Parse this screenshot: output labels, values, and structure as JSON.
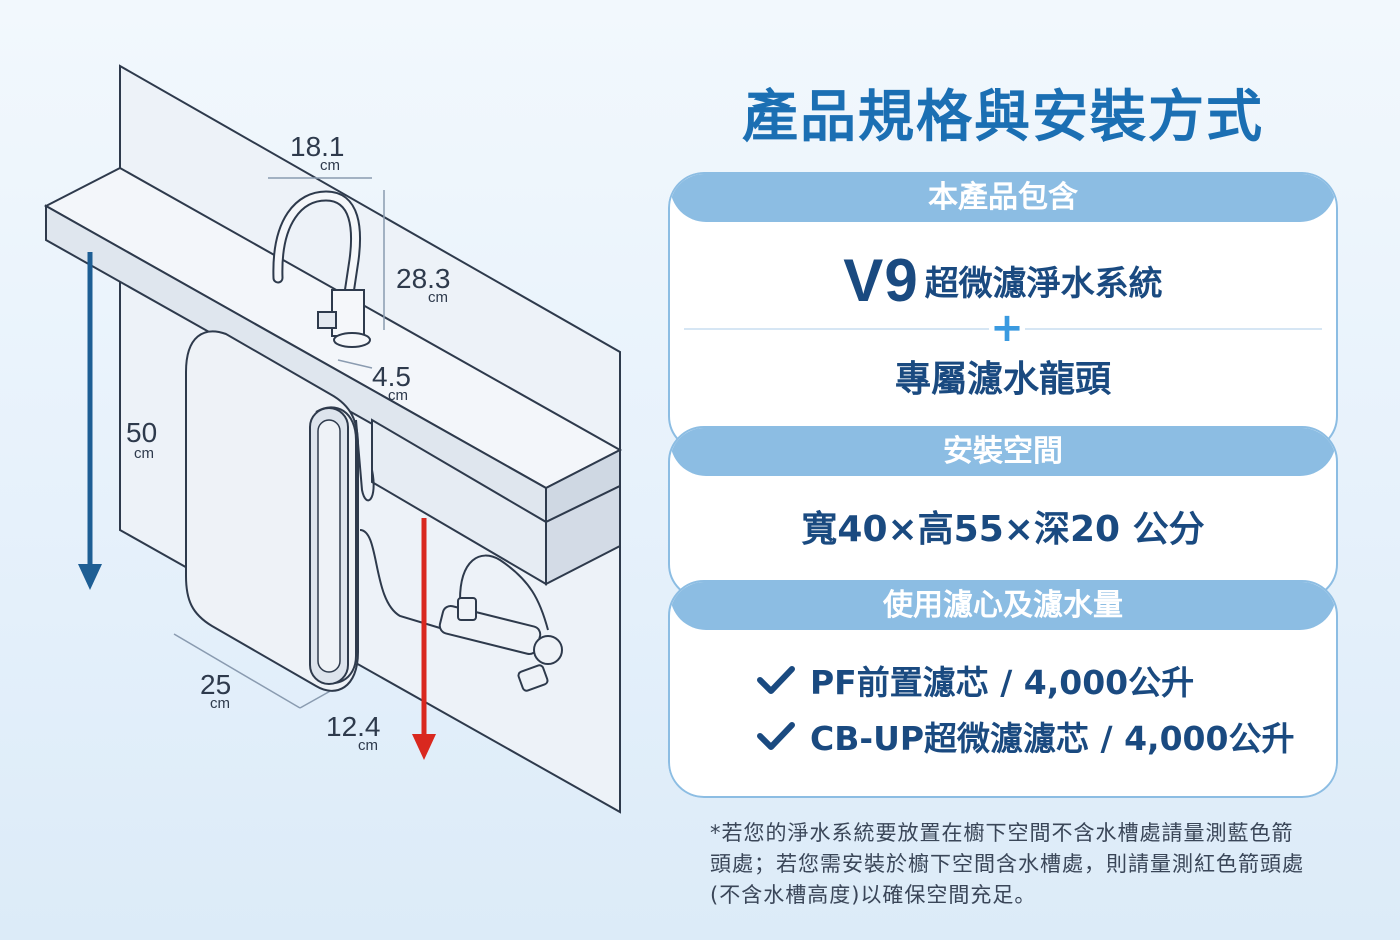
{
  "title": "產品規格與安裝方式",
  "dimensions": {
    "faucet_width": {
      "value": "18.1",
      "unit": "cm"
    },
    "faucet_height": {
      "value": "28.3",
      "unit": "cm"
    },
    "faucet_base": {
      "value": "4.5",
      "unit": "cm"
    },
    "cabinet_height": {
      "value": "50",
      "unit": "cm"
    },
    "unit_depth": {
      "value": "25",
      "unit": "cm"
    },
    "unit_width": {
      "value": "12.4",
      "unit": "cm"
    }
  },
  "sections": {
    "contents": {
      "header": "本產品包含",
      "model": "V9",
      "system_name": "超微濾淨水系統",
      "plus": "+",
      "faucet": "專屬濾水龍頭"
    },
    "space": {
      "header": "安裝空間",
      "value": "寬40×高55×深20 公分"
    },
    "filters": {
      "header": "使用濾心及濾水量",
      "items": [
        "PF前置濾芯 / 4,000公升",
        "CB-UP超微濾濾芯 / 4,000公升"
      ]
    }
  },
  "footnote": "*若您的淨水系統要放置在櫥下空間不含水槽處請量測藍色箭頭處；若您需安裝於櫥下空間含水槽處，則請量測紅色箭頭處(不含水槽高度)以確保空間充足。",
  "colors": {
    "title": "#1b6fb3",
    "accent_blue": "#8cbde3",
    "text_dark_blue": "#1a4a80",
    "blue_arrow": "#1d5e94",
    "red_arrow": "#d9281f"
  }
}
